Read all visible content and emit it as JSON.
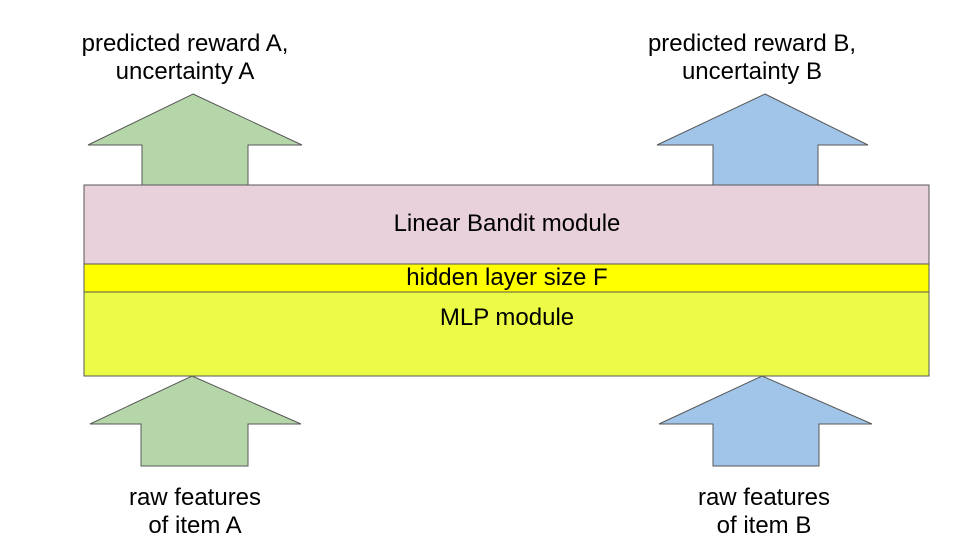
{
  "diagram": {
    "outputs": {
      "a": {
        "line1": "predicted reward A,",
        "line2": "uncertainty A"
      },
      "b": {
        "line1": "predicted reward B,",
        "line2": "uncertainty B"
      }
    },
    "modules": {
      "linear_bandit": {
        "label": "Linear Bandit module",
        "fill": "#e9d1dc"
      },
      "hidden_layer": {
        "label": "hidden layer size F",
        "fill": "#ffff00"
      },
      "mlp": {
        "label": "MLP module",
        "fill": "#ecfc46"
      }
    },
    "inputs": {
      "a": {
        "line1": "raw features",
        "line2": "of item A"
      },
      "b": {
        "line1": "raw features",
        "line2": "of item B"
      }
    },
    "colors": {
      "arrow_item_a": "#b5d6a8",
      "arrow_item_b": "#a0c5e8",
      "outline": "#575757",
      "background": "#ffffff",
      "text": "#000000"
    }
  }
}
